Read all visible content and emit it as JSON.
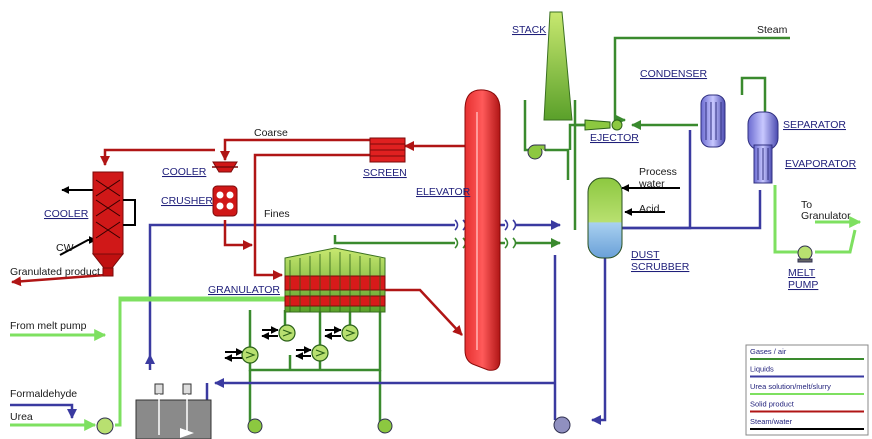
{
  "labels": {
    "stack": "STACK",
    "steam": "Steam",
    "condenser": "CONDENSER",
    "ejector": "EJECTOR",
    "separator": "SEPARATOR",
    "evaporator": "EVAPORATOR",
    "coarse": "Coarse",
    "cooler_top": "COOLER",
    "screen": "SCREEN",
    "crusher": "CRUSHER",
    "elevator": "ELEVATOR",
    "process_water_1": "Process",
    "process_water_2": "water",
    "acid": "Acid",
    "fines": "Fines",
    "cooler_left": "COOLER",
    "cw": "CW",
    "to_granulator_1": "To",
    "to_granulator_2": "Granulator",
    "dust_scrubber_1": "DUST",
    "dust_scrubber_2": "SCRUBBER",
    "granulated_product": "Granulated product",
    "granulator": "GRANULATOR",
    "melt_pump_1": "MELT",
    "melt_pump_2": "PUMP",
    "from_melt_pump": "From melt pump",
    "formaldehyde": "Formaldehyde",
    "urea": "Urea"
  },
  "legend": [
    {
      "label": "Gases / air",
      "color": "#3a8a2e"
    },
    {
      "label": "Liquids",
      "color": "#3a3aa0"
    },
    {
      "label": "Urea solution/melt/slurry",
      "color": "#7ee060"
    },
    {
      "label": "Solid product",
      "color": "#b01515"
    },
    {
      "label": "Steam/water",
      "color": "#000000"
    }
  ],
  "colors": {
    "gas": "#3a8a2e",
    "liquid": "#3a3aa0",
    "melt": "#7ee060",
    "solid": "#b01515",
    "water": "#000000"
  }
}
